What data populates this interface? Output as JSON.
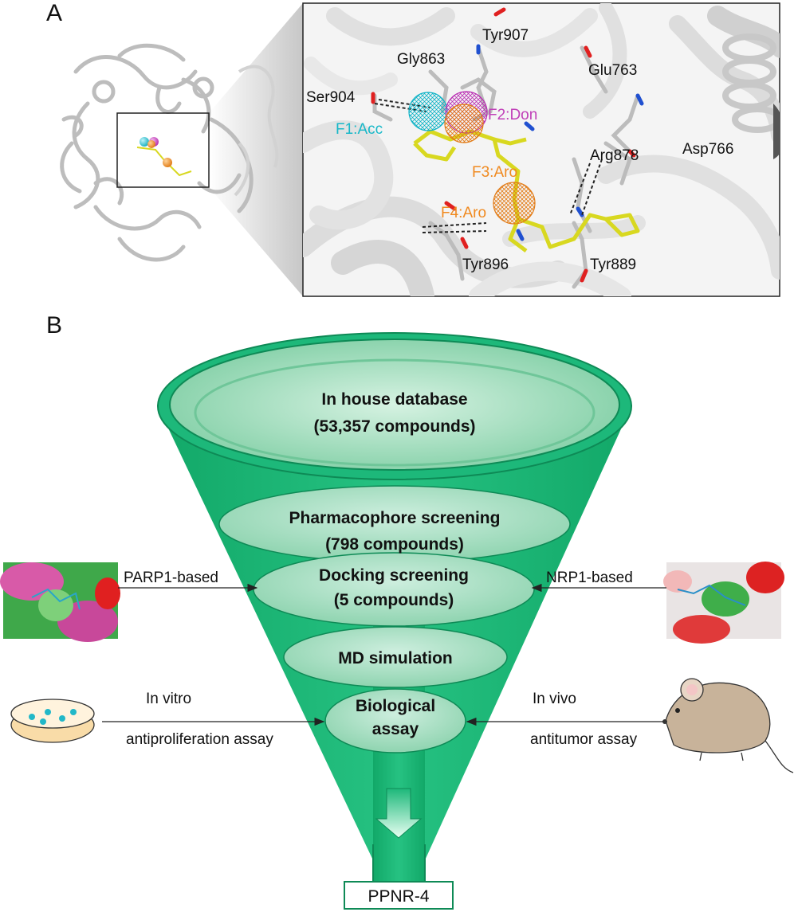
{
  "panel_a": {
    "letter": "A",
    "residues": {
      "gly863": "Gly863",
      "tyr907": "Tyr907",
      "glu763": "Glu763",
      "ser904": "Ser904",
      "asp766": "Asp766",
      "arg878": "Arg878",
      "tyr896": "Tyr896",
      "tyr889": "Tyr889"
    },
    "features": {
      "f1": "F1:Acc",
      "f2": "F2:Don",
      "f3": "F3:Aro",
      "f4": "F4:Aro"
    },
    "colors": {
      "acceptor": "#18b8c8",
      "donor": "#c040b8",
      "aromatic": "#f08a20",
      "ligand": "#d8d820"
    }
  },
  "panel_b": {
    "letter": "B",
    "stages": [
      {
        "line1": "In house database",
        "line2": "(53,357 compounds)"
      },
      {
        "line1": "Pharmacophore screening",
        "line2": "(798 compounds)"
      },
      {
        "line1": "Docking screening",
        "line2": "(5 compounds)"
      },
      {
        "line1": "MD simulation",
        "line2": ""
      },
      {
        "line1": "Biological",
        "line2": "assay"
      }
    ],
    "left_inputs": {
      "parp1": "PARP1-based",
      "invitro_1": "In vitro",
      "invitro_2": "antiproliferation assay"
    },
    "right_inputs": {
      "nrp1": "NRP1-based",
      "invivo_1": "In vivo",
      "invivo_2": "antitumor assay"
    },
    "result": "PPNR-4",
    "colors": {
      "funnel": "#1db87a",
      "funnel_dark": "#0e8a56",
      "stage_fill": "#9fdcbc"
    }
  }
}
